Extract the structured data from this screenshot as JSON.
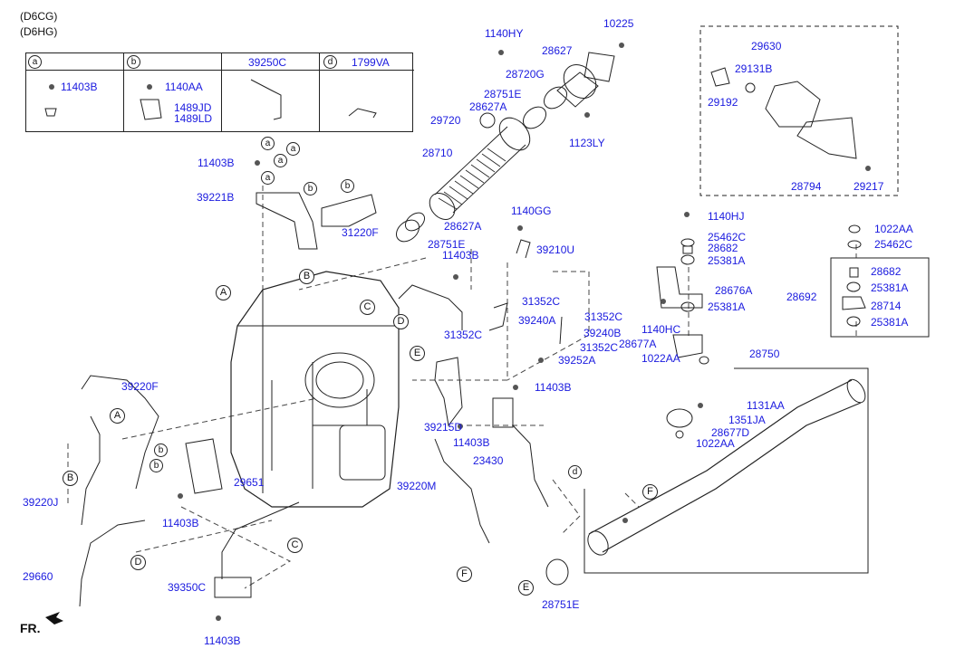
{
  "header": {
    "engine_line1": "(D6CG)",
    "engine_line2": "(D6HG)"
  },
  "legend_table": {
    "columns": [
      {
        "key": "a",
        "part": "11403B"
      },
      {
        "key": "b",
        "part": "1140AA",
        "sub_parts": [
          "1489JD",
          "1489LD"
        ]
      },
      {
        "key": "",
        "title": "39250C"
      },
      {
        "key": "d",
        "title": "1799VA"
      }
    ]
  },
  "direction": "FR.",
  "callouts": [
    "a",
    "a",
    "a",
    "a",
    "b",
    "b",
    "b",
    "b",
    "A",
    "B",
    "C",
    "D",
    "E",
    "A",
    "B",
    "C",
    "D",
    "E",
    "F",
    "F",
    "d"
  ],
  "part_labels": {
    "p1140HY": "1140HY",
    "p10225": "10225",
    "p28627": "28627",
    "p28720G": "28720G",
    "p28751E_top": "28751E",
    "p28627A_top": "28627A",
    "p29720": "29720",
    "p1123LY": "1123LY",
    "p28710": "28710",
    "p28627A_mid": "28627A",
    "p28751E_mid": "28751E",
    "p11403B_1": "11403B",
    "p39221B": "39221B",
    "p31220F": "31220F",
    "p1140GG": "1140GG",
    "p39210U": "39210U",
    "p11403B_2": "11403B",
    "p31352C_1": "31352C",
    "p39240A": "39240A",
    "p31352C_2": "31352C",
    "p31352C_3": "31352C",
    "p39240B": "39240B",
    "p31352C_4": "31352C",
    "p39252A": "39252A",
    "p11403B_3": "11403B",
    "p39215D": "39215D",
    "p11403B_4": "11403B",
    "p23430": "23430",
    "p39220M": "39220M",
    "p39220F": "39220F",
    "p29651": "29651",
    "p39220J": "39220J",
    "p11403B_5": "11403B",
    "p29660": "29660",
    "p39350C": "39350C",
    "p11403B_6": "11403B",
    "p29630": "29630",
    "p29131B": "29131B",
    "p29192": "29192",
    "p28794": "28794",
    "p29217": "29217",
    "p1140HJ": "1140HJ",
    "p25462C_1": "25462C",
    "p28682_1": "28682",
    "p25381A_1": "25381A",
    "p28676A": "28676A",
    "p25381A_2": "25381A",
    "p1140HC": "1140HC",
    "p28677A": "28677A",
    "p1022AA_1": "1022AA",
    "p1022AA_2": "1022AA",
    "p25462C_2": "25462C",
    "p28682_2": "28682",
    "p25381A_3": "25381A",
    "p28692": "28692",
    "p28714": "28714",
    "p25381A_4": "25381A",
    "p28750": "28750",
    "p1131AA": "1131AA",
    "p1351JA": "1351JA",
    "p28677D": "28677D",
    "p1022AA_3": "1022AA",
    "p28751E_bot": "28751E"
  }
}
